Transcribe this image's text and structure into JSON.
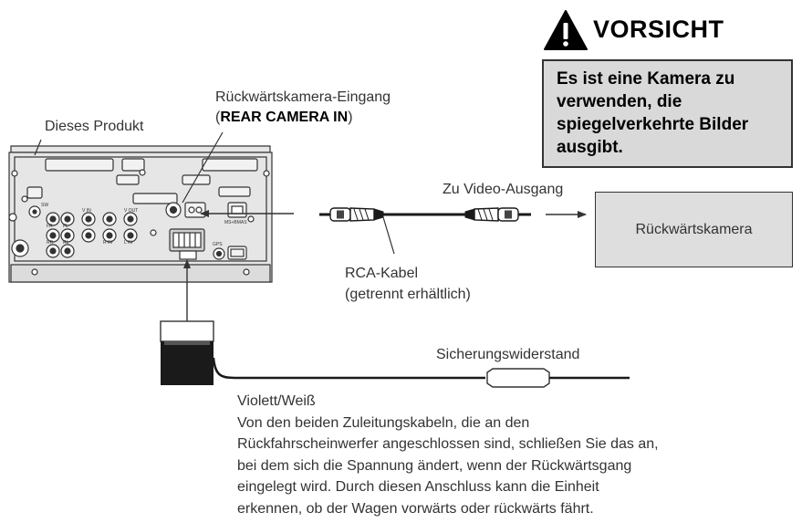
{
  "caution": {
    "title": "VORSICHT",
    "text_lines": [
      "Es ist eine Kamera zu",
      "verwenden, die",
      "spiegelverkehrte Bilder",
      "ausgibt."
    ]
  },
  "labels": {
    "product": "Dieses Produkt",
    "rear_input_line1": "Rückwärtskamera-Eingang",
    "rear_input_paren_open": "(",
    "rear_input_name": "REAR CAMERA IN",
    "rear_input_paren_close": ")",
    "video_out": "Zu Video-Ausgang",
    "camera": "Rückwärtskamera",
    "rca_line1": "RCA-Kabel",
    "rca_line2": "(getrennt erhältlich)",
    "fuse": "Sicherungswiderstand",
    "wire_color": "Violett/Weiß"
  },
  "description_lines": [
    "Von den beiden Zuleitungskabeln, die an den",
    "Rückfahrscheinwerfer angeschlossen sind, schließen Sie das an,",
    "bei dem sich die Spannung ändert, wenn der Rückwärtsgang",
    "eingelegt wird. Durch diesen Anschluss kann die Einheit",
    "erkennen, ob der Wagen vorwärts oder rückwärts fährt."
  ],
  "unit_panel_labels": {
    "sw": "SW",
    "fr": "FR",
    "fl": "FL",
    "rr": "RR",
    "rl": "RL",
    "v_in": "V IN",
    "v_out": "V OUT",
    "r_in": "R IN",
    "l_in": "L IN",
    "ms_bmas": "MS+BMAS",
    "gps": "GPS"
  },
  "colors": {
    "line": "#333333",
    "box_fill": "#d9d9d9",
    "panel_fill": "#e6e6e6",
    "dark": "#1a1a1a"
  }
}
